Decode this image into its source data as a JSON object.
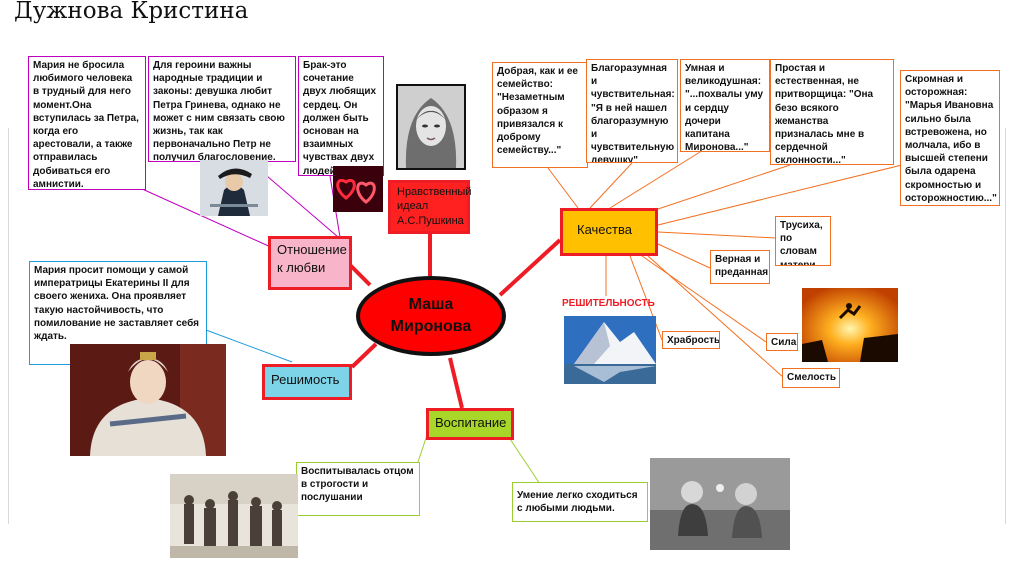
{
  "title": "Дужнова Кристина",
  "center": {
    "line1": "Маша",
    "line2": "Миронова"
  },
  "nodes": {
    "ideal": "Нравственный идеал А.С.Пушкина",
    "love": "Отношение к любви",
    "decisiveness": "Решимость",
    "upbringing": "Воспитание",
    "qualities": "Качества"
  },
  "notes": {
    "maria_love": "Мария не бросила любимого человека в трудный для него момент.Она вступилась за Петра, когда его арестовали, а также отправилась добиваться его амнистии.",
    "traditions": "Для героини важны народные традиции и законы: девушка любит Петра Гринева, однако не может с ним связать свою жизнь, так как первоначально Петр не получил благословение.",
    "marriage": "Брак-это сочетание двух любящих сердец. Он должен быть основан на взаимных чувствах двух людей",
    "ask_help": "Мария просит помощи у самой императрицы Екатерины II для своего жениха. Она проявляет такую настойчивость, что помилование не заставляет себя ждать.",
    "raised": "Воспитывалась отцом в строгости и послушании",
    "sociable": "Умение легко сходиться с любыми людьми.",
    "kind": "Добрая, как и ее семейство: \"Незаметным образом я привязался к доброму семейству...\"",
    "sensible": "Благоразумная и чувствительная: \"Я в ней нашел благоразумную и чувствительную девушку\"",
    "smart": "Умная и великодушная: \"...похвалы уму и сердцу дочери капитана Миронова...\"",
    "simple": "Простая и естественная, не притворщица: \"Она безо всякого жеманства призналась мне в сердечной склонности...\"",
    "modest": "Скромная и осторожная: \"Марья Ивановна сильно была встревожена, но молчала, ибо в высшей степени была одарена скромностью и осторожностию...\"",
    "coward": "Трусиха, по словам матери",
    "faithful": "Верная и преданная",
    "bravery": "Храбрость",
    "strength": "Сила",
    "courage": "Смелость"
  },
  "image_caption": "РЕШИТЕЛЬНОСТЬ",
  "colors": {
    "center": "#ff0000",
    "node_border": "#ee1c24",
    "love_fill": "#f8b4c8",
    "decisiveness_fill": "#7dd3e8",
    "upbringing_fill": "#a8d72a",
    "qualities_fill": "#ffc000",
    "ideal_fill": "#ff2020",
    "love_notes_border": "#c000c0",
    "decisiveness_note_border": "#1f9bdc",
    "upbringing_notes_border": "#9acd32",
    "qualities_notes_border": "#f37021"
  },
  "images": [
    "portrait-photo",
    "officer-photo",
    "hearts-image",
    "empress-portrait",
    "mountain-photo",
    "silhouette-jump-photo",
    "peasants-drawing",
    "children-photo"
  ]
}
